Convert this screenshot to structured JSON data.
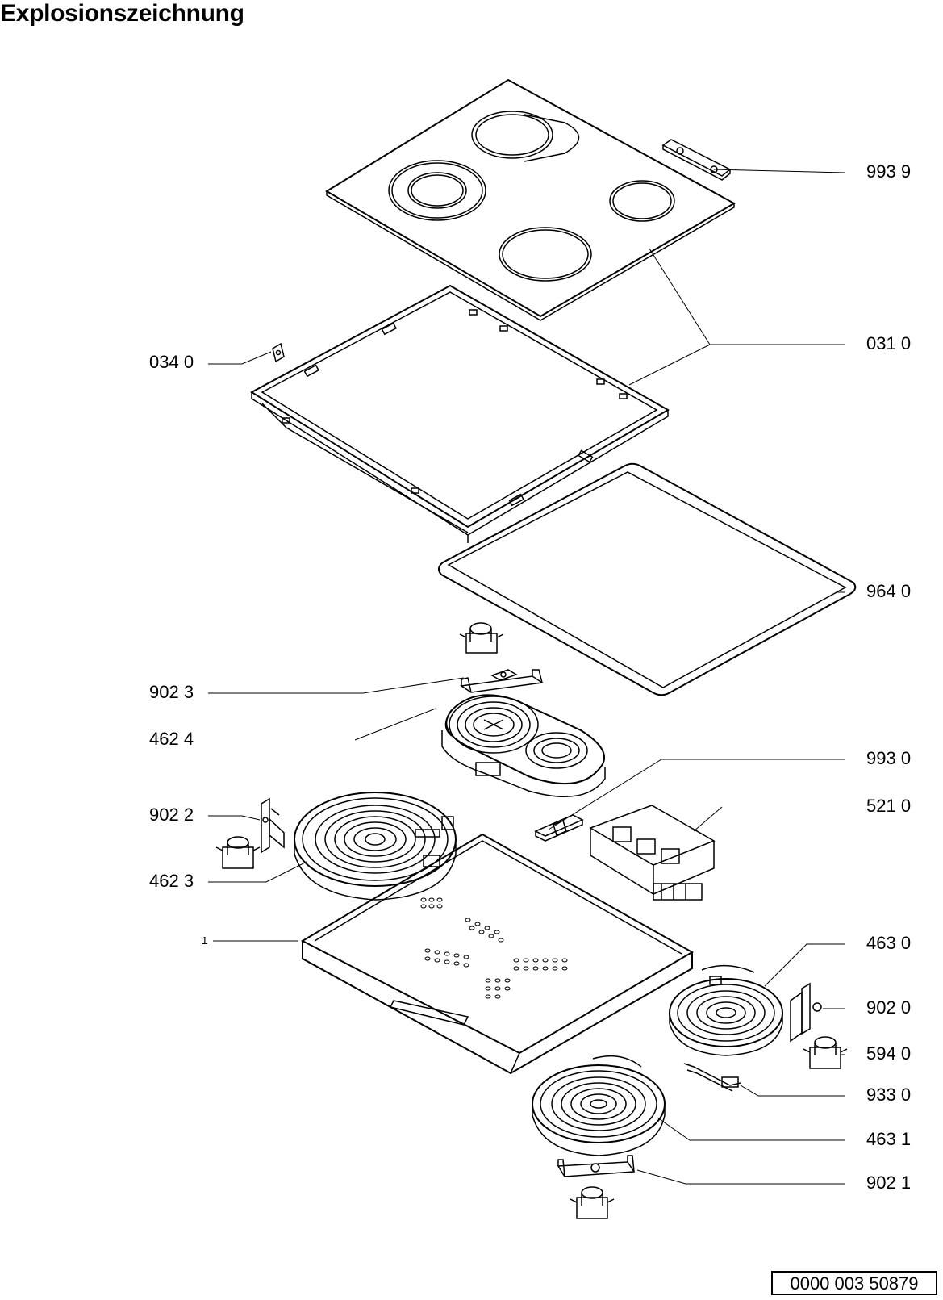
{
  "title": "Explosionszeichnung",
  "document_number": "0000 003 50879",
  "parts": {
    "glass_top": "993 9",
    "frame": "031 0",
    "clip": "034 0",
    "seal": "964 0",
    "holder_rear_left": "902 3",
    "heater_oval": "462 4",
    "connector_bracket": "993 0",
    "terminal_block": "521 0",
    "holder_front_left": "902 2",
    "heater_front_left": "462 3",
    "base_tray": "1",
    "heater_rear_right": "463 0",
    "holder_rear_right": "902 0",
    "regulator": "594 0",
    "sensor": "933 0",
    "heater_front_right": "463 1",
    "holder_front_right": "902 1"
  }
}
